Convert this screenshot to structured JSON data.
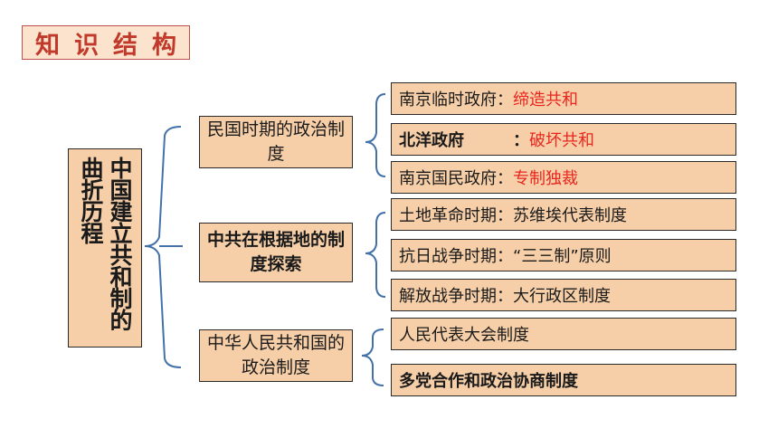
{
  "title": {
    "chars": [
      "知",
      "识",
      "结",
      "构"
    ]
  },
  "root": {
    "lines": [
      "中国建立共和制的",
      "曲折历程"
    ]
  },
  "branches": [
    {
      "label": "民国时期的政治制度",
      "leaves": [
        {
          "prefix": "南京临时政府：",
          "value": "缔造共和"
        },
        {
          "prefix": "北洋政府",
          "value": "破坏共和"
        },
        {
          "prefix": "南京国民政府：",
          "value": "专制独裁"
        }
      ]
    },
    {
      "label": "中共在根据地的制度探索",
      "leaves": [
        {
          "text": "土地革命时期：苏维埃代表制度"
        },
        {
          "text": "抗日战争时期：“三三制”原则"
        },
        {
          "text": "解放战争时期：大行政区制度"
        }
      ]
    },
    {
      "label": "中华人民共和国的政治制度",
      "leaves": [
        {
          "text": "人民代表大会制度"
        },
        {
          "text": "多党合作和政治协商制度"
        }
      ]
    }
  ],
  "colors": {
    "box_fill": "#f6cfa8",
    "title_text": "#c0392b",
    "highlight_text": "#e8261e",
    "connector": "#4472a8"
  }
}
